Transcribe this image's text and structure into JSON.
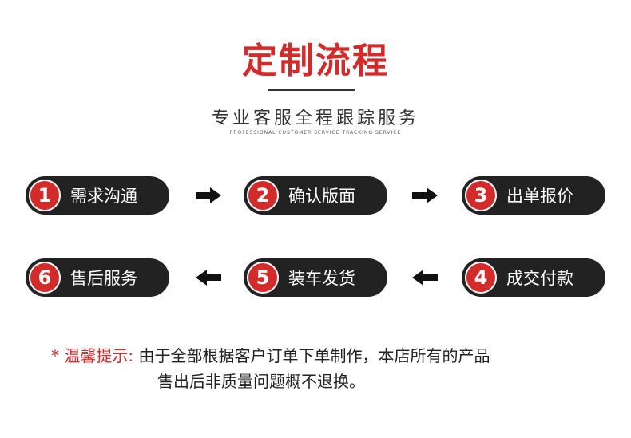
{
  "header": {
    "title": "定制流程",
    "subtitle": "专业客服全程跟踪服务",
    "subtitle_en": "PROFESSIONAL CUSTOMER SERVICE TRACKING SERVICE"
  },
  "steps": [
    {
      "num": "1",
      "label": "需求沟通"
    },
    {
      "num": "2",
      "label": "确认版面"
    },
    {
      "num": "3",
      "label": "出单报价"
    },
    {
      "num": "4",
      "label": "成交付款"
    },
    {
      "num": "5",
      "label": "装车发货"
    },
    {
      "num": "6",
      "label": "售后服务"
    }
  ],
  "arrows": [
    "arrow-right-icon",
    "arrow-right-icon",
    "arrow-left-icon",
    "arrow-left-icon"
  ],
  "note": {
    "hint": "* 温馨提示:",
    "line1": "由于全部根据客户订单下单制作，本店所有的产品",
    "line2": "售出后非质量问题概不退换。"
  },
  "colors": {
    "accent": "#d32a2a",
    "pill": "#222222",
    "text": "#222222"
  }
}
